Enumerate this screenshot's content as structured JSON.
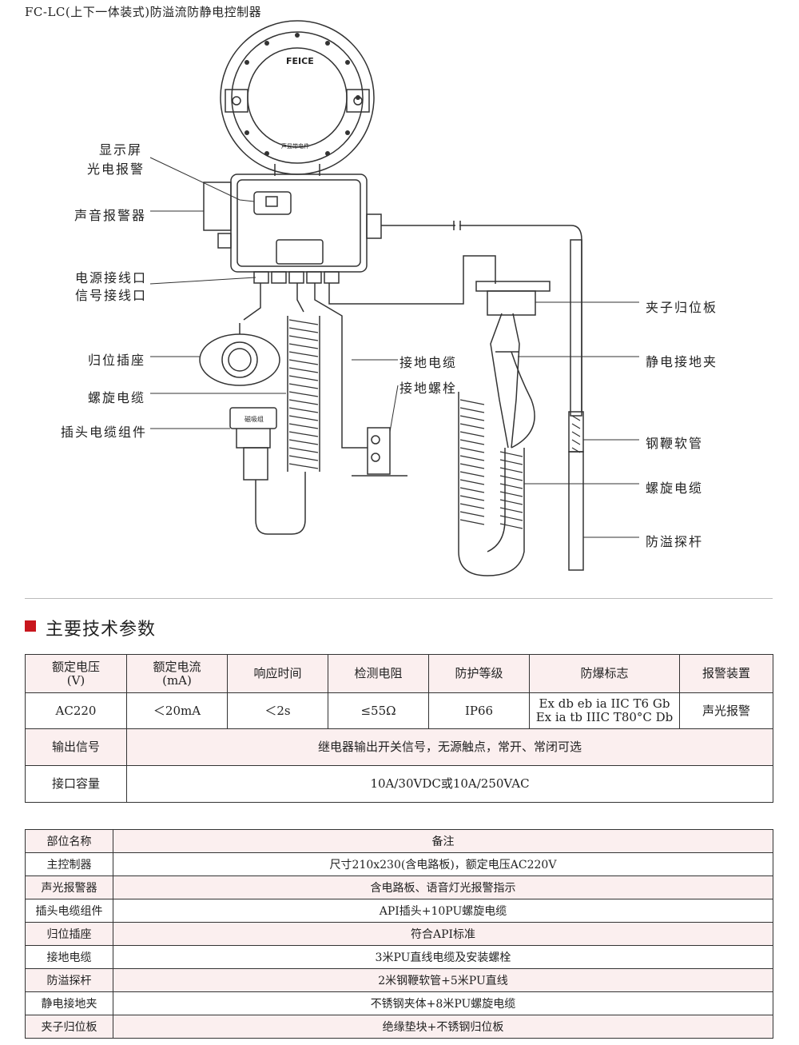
{
  "page_title": "FC-LC(上下一体装式)防溢流防静电控制器",
  "device": {
    "logo_text": "FEICE",
    "lcd_text": "声显带电件",
    "plug_label": "磁吸组"
  },
  "callouts_left": [
    "显示屏",
    "光电报警",
    "声音报警器",
    "电源接线口",
    "信号接线口",
    "归位插座",
    "螺旋电缆",
    "插头电缆组件"
  ],
  "callouts_center": [
    "接地电缆",
    "接地螺栓"
  ],
  "callouts_right": [
    "夹子归位板",
    "静电接地夹",
    "钢鞭软管",
    "螺旋电缆",
    "防溢探杆"
  ],
  "section_title": "主要技术参数",
  "spec_table": {
    "headers": [
      {
        "line1": "额定电压",
        "line2": "(V)"
      },
      {
        "line1": "额定电流",
        "line2": "(mA)"
      },
      {
        "line1": "响应时间",
        "line2": ""
      },
      {
        "line1": "检测电阻",
        "line2": ""
      },
      {
        "line1": "防护等级",
        "line2": ""
      },
      {
        "line1": "防爆标志",
        "line2": ""
      },
      {
        "line1": "报警装置",
        "line2": ""
      }
    ],
    "values": [
      "AC220",
      "＜20mA",
      "＜2s",
      "≤55Ω",
      "IP66",
      "Ex db eb ia IIC T6 Gb",
      "声光报警"
    ],
    "explosion_mark_line2": "Ex ia tb IIIC T80°C Db",
    "output_signal_label": "输出信号",
    "output_signal_value": "继电器输出开关信号，无源触点，常开、常闭可选",
    "interface_capacity_label": "接口容量",
    "interface_capacity_value": "10A/30VDC或10A/250VAC"
  },
  "parts_table": {
    "header": {
      "name": "部位名称",
      "note": "备注"
    },
    "rows": [
      {
        "name": "主控制器",
        "note": "尺寸210x230(含电路板)，额定电压AC220V"
      },
      {
        "name": "声光报警器",
        "note": "含电路板、语音灯光报警指示"
      },
      {
        "name": "插头电缆组件",
        "note": "API插头+10PU螺旋电缆"
      },
      {
        "name": "归位插座",
        "note": "符合API标准"
      },
      {
        "name": "接地电缆",
        "note": "3米PU直线电缆及安装螺栓"
      },
      {
        "name": "防溢探杆",
        "note": "2米钢鞭软管+5米PU直线"
      },
      {
        "name": "静电接地夹",
        "note": "不锈钢夹体+8米PU螺旋电缆"
      },
      {
        "name": "夹子归位板",
        "note": "绝缘垫块+不锈钢归位板"
      }
    ]
  },
  "colors": {
    "accent_red": "#c8161d",
    "row_pink": "#fbefef",
    "line": "#333333"
  }
}
